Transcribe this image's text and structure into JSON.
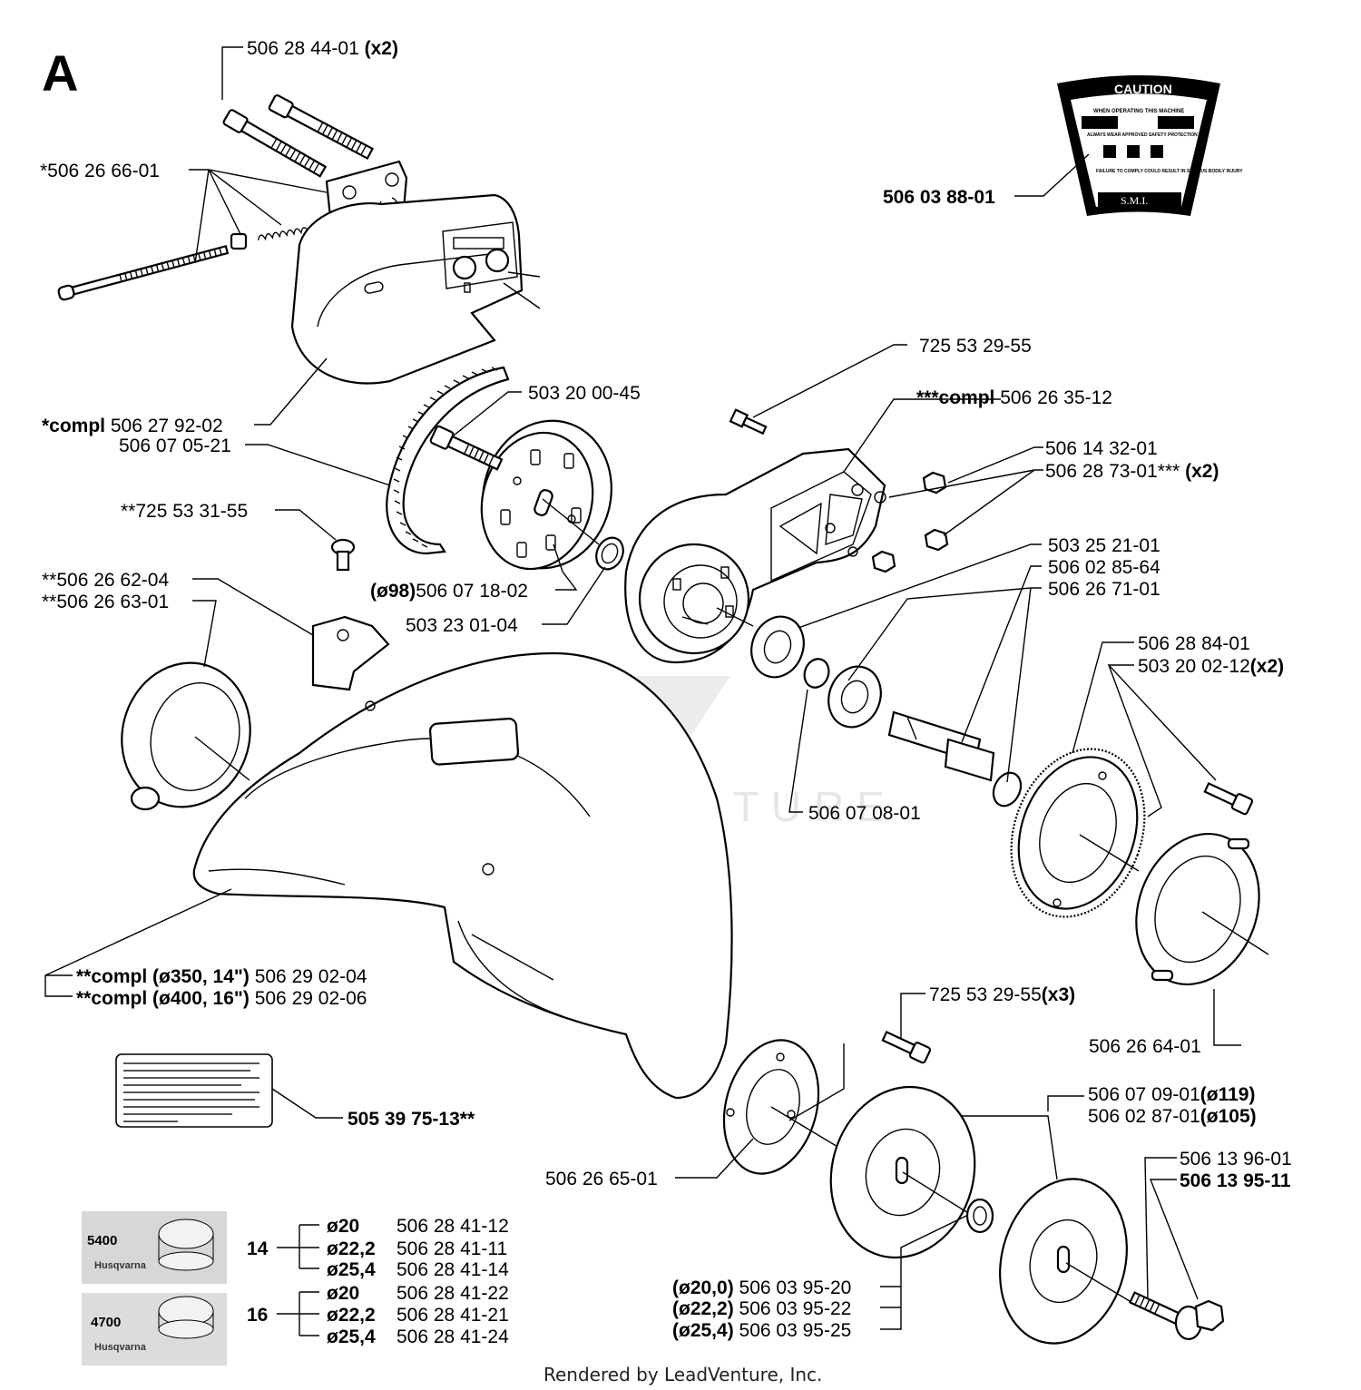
{
  "section_letter": "A",
  "footer": "Rendered by LeadVenture, Inc.",
  "watermark": "LEADVENTURE",
  "caution_label": {
    "title": "CAUTION",
    "line1": "WHEN OPERATING THIS MACHINE",
    "line2": "ALWAYS WEAR APPROVED SAFETY PROTECTION FOR",
    "line3": "FAILURE TO COMPLY COULD RESULT IN SERIOUS BODILY INJURY",
    "brand": "S.M.I."
  },
  "parts": [
    {
      "id": "p1",
      "prefix": "",
      "number": "506 28 44-01",
      "suffix": " (x2)"
    },
    {
      "id": "p2",
      "prefix": "",
      "number": "*506 26 66-01",
      "suffix": ""
    },
    {
      "id": "p3",
      "prefix": "",
      "number": "506 03 88-01",
      "suffix": ""
    },
    {
      "id": "p4",
      "prefix": "*compl ",
      "number": "506 27 92-02",
      "suffix": ""
    },
    {
      "id": "p5",
      "prefix": "",
      "number": "506 07 05-21",
      "suffix": ""
    },
    {
      "id": "p6",
      "prefix": "",
      "number": "503 20 00-45",
      "suffix": ""
    },
    {
      "id": "p7",
      "prefix": "",
      "number": "725 53 29-55",
      "suffix": ""
    },
    {
      "id": "p8",
      "prefix": "***compl ",
      "number": "506 26 35-12",
      "suffix": ""
    },
    {
      "id": "p9",
      "prefix": "",
      "number": "506 14 32-01",
      "suffix": ""
    },
    {
      "id": "p10",
      "prefix": "",
      "number": "506 28 73-01***",
      "suffix": " (x2)"
    },
    {
      "id": "p11",
      "prefix": "",
      "number": "**725 53 31-55",
      "suffix": ""
    },
    {
      "id": "p12",
      "prefix": "",
      "number": "503 25 21-01",
      "suffix": ""
    },
    {
      "id": "p13",
      "prefix": "",
      "number": "506 02 85-64",
      "suffix": ""
    },
    {
      "id": "p14",
      "prefix": "",
      "number": "506 26 71-01",
      "suffix": ""
    },
    {
      "id": "p15",
      "prefix": "",
      "number": "**506 26 62-04",
      "suffix": ""
    },
    {
      "id": "p16",
      "prefix": "",
      "number": "**506 26 63-01",
      "suffix": ""
    },
    {
      "id": "p17",
      "prefix": "(ø98)",
      "number": "506 07 18-02",
      "suffix": ""
    },
    {
      "id": "p18",
      "prefix": "",
      "number": "503 23 01-04",
      "suffix": ""
    },
    {
      "id": "p19",
      "prefix": "",
      "number": "506 28 84-01",
      "suffix": ""
    },
    {
      "id": "p20",
      "prefix": "",
      "number": "503 20 02-12",
      "suffix": "(x2)"
    },
    {
      "id": "p21",
      "prefix": "",
      "number": "506 07 08-01",
      "suffix": ""
    },
    {
      "id": "p22",
      "prefix": "**compl (ø350, 14\") ",
      "number": "506 29 02-04",
      "suffix": ""
    },
    {
      "id": "p23",
      "prefix": "**compl (ø400, 16\") ",
      "number": "506 29 02-06",
      "suffix": ""
    },
    {
      "id": "p24",
      "prefix": "",
      "number": "725 53 29-55",
      "suffix": "(x3)"
    },
    {
      "id": "p25",
      "prefix": "",
      "number": "506 26 64-01",
      "suffix": ""
    },
    {
      "id": "p26",
      "prefix": "",
      "number": "505 39 75-13**",
      "suffix": ""
    },
    {
      "id": "p27",
      "prefix": "",
      "number": "506 07 09-01",
      "suffix": "(ø119)"
    },
    {
      "id": "p28",
      "prefix": "",
      "number": "506 02 87-01",
      "suffix": "(ø105)"
    },
    {
      "id": "p29",
      "prefix": "",
      "number": "506 26 65-01",
      "suffix": ""
    },
    {
      "id": "p30",
      "prefix": "",
      "number": "506 13 96-01",
      "suffix": ""
    },
    {
      "id": "p31",
      "prefix": "",
      "number": "506 13 95-11",
      "suffix": ""
    },
    {
      "id": "p32",
      "prefix": "(ø20,0) ",
      "number": "506 03 95-20",
      "suffix": ""
    },
    {
      "id": "p33",
      "prefix": "(ø22,2) ",
      "number": "506 03 95-22",
      "suffix": ""
    },
    {
      "id": "p34",
      "prefix": "(ø25,4) ",
      "number": "506 03 95-25",
      "suffix": ""
    }
  ],
  "blade_decals": {
    "decal_14_rpm": "5400",
    "decal_16_rpm": "4700",
    "brand": "Husqvarna",
    "groups": [
      {
        "size": "14",
        "rows": [
          {
            "dia": "ø20",
            "number": "506 28 41-12"
          },
          {
            "dia": "ø22,2",
            "number": "506 28 41-11"
          },
          {
            "dia": "ø25,4",
            "number": "506 28 41-14"
          }
        ]
      },
      {
        "size": "16",
        "rows": [
          {
            "dia": "ø20",
            "number": "506 28 41-22"
          },
          {
            "dia": "ø22,2",
            "number": "506 28 41-21"
          },
          {
            "dia": "ø25,4",
            "number": "506 28 41-24"
          }
        ]
      }
    ]
  }
}
